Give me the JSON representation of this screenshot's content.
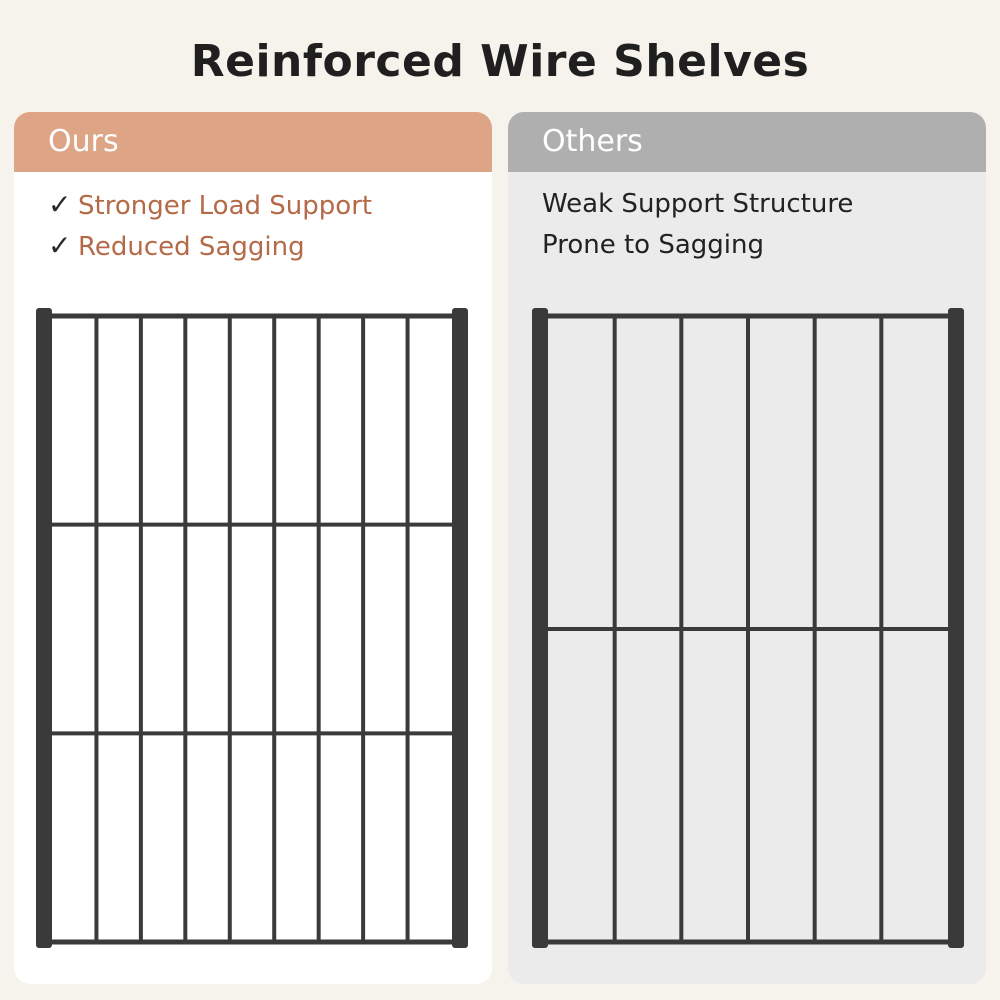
{
  "title": "Reinforced Wire Shelves",
  "ours": {
    "header": "Ours",
    "features": [
      {
        "icon": "check-icon",
        "text": "Stronger Load Support"
      },
      {
        "icon": "check-icon",
        "text": "Reduced Sagging"
      }
    ],
    "shelf": {
      "vertical_wires": 8,
      "cross_wires": 2
    }
  },
  "others": {
    "header": "Others",
    "features": [
      {
        "text": "Weak Support Structure"
      },
      {
        "text": "Prone to Sagging"
      }
    ],
    "shelf": {
      "vertical_wires": 5,
      "cross_wires": 1
    }
  },
  "colors": {
    "background": "#f6f2ec",
    "ours_header": "#dda585",
    "others_header": "#afafaf",
    "ours_text": "#b56a47",
    "wire": "#3a3a3a"
  }
}
